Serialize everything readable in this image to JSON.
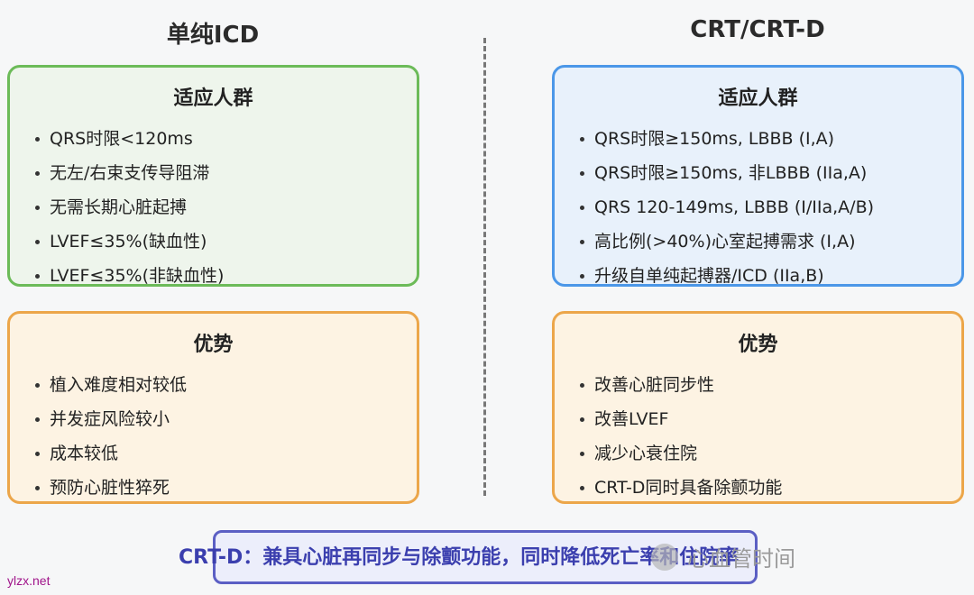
{
  "left": {
    "title": "单纯ICD",
    "indications": {
      "title": "适应人群",
      "items": [
        "QRS时限<120ms",
        "无左/右束支传导阻滞",
        "无需长期心脏起搏",
        "LVEF≤35%(缺血性)",
        "LVEF≤35%(非缺血性)"
      ]
    },
    "advantages": {
      "title": "优势",
      "items": [
        "植入难度相对较低",
        "并发症风险较小",
        "成本较低",
        "预防心脏性猝死"
      ]
    }
  },
  "right": {
    "title": "CRT/CRT-D",
    "indications": {
      "title": "适应人群",
      "items": [
        "QRS时限≥150ms, LBBB (I,A)",
        "QRS时限≥150ms, 非LBBB (IIa,A)",
        "QRS 120-149ms, LBBB (I/IIa,A/B)",
        "高比例(>40%)心室起搏需求 (I,A)",
        "升级自单纯起搏器/ICD (IIa,B)"
      ]
    },
    "advantages": {
      "title": "优势",
      "items": [
        "改善心脏同步性",
        "改善LVEF",
        "减少心衰住院",
        "CRT-D同时具备除颤功能"
      ]
    }
  },
  "bottom_note": "CRT-D：兼具心脏再同步与除颤功能，同时降低死亡率和住院率",
  "watermark": "心血管时间",
  "site": "ylzx.net",
  "colors": {
    "green_border": "#6cbb59",
    "blue_border": "#4b97e8",
    "orange_border": "#eca64a",
    "note_border": "#5b5fc4"
  }
}
